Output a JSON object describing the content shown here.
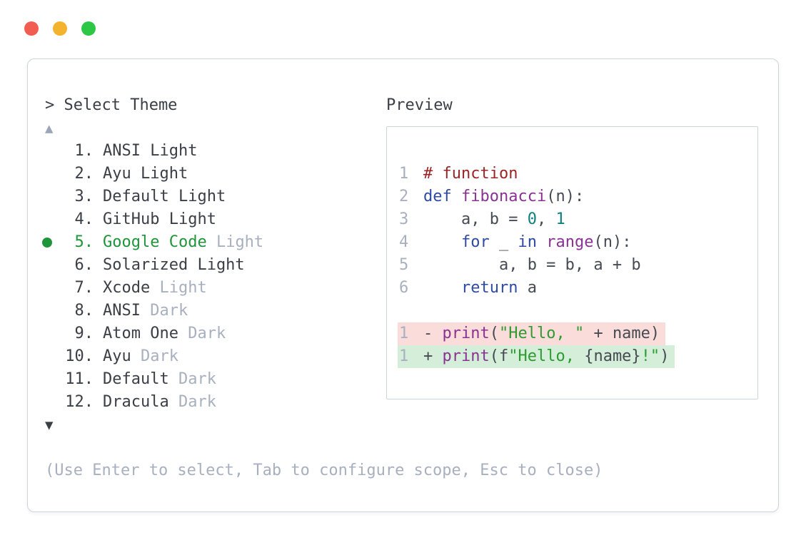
{
  "colors": {
    "traffic_red": "#f25d52",
    "traffic_yellow": "#f3b32d",
    "traffic_green": "#2cc744",
    "panel_border": "#ced3dd",
    "text_primary": "#3a3f46",
    "text_muted": "#a8b0bf",
    "selected_green": "#1f9539",
    "code_plain": "#454b53",
    "code_comment": "#9b2426",
    "code_keyword": "#2e4aa3",
    "code_name": "#8a3293",
    "code_number": "#0f7f80",
    "code_string": "#2e9b30",
    "diff_removed_bg": "#fadcdb",
    "diff_added_bg": "#d5eeda",
    "line_number": "#a8b0bf",
    "scroll_up": "#9aa5b8",
    "scroll_down": "#3a3f46"
  },
  "window": {
    "traffic_lights": [
      {
        "name": "close",
        "color": "#f25d52"
      },
      {
        "name": "minimize",
        "color": "#f3b32d"
      },
      {
        "name": "maximize",
        "color": "#2cc744"
      }
    ]
  },
  "palette": {
    "title": "> Select Theme",
    "scroll_up_icon": "▲",
    "scroll_down_icon": "▼",
    "hint": "(Use Enter to select, Tab to configure scope, Esc to close)",
    "items": [
      {
        "num": "1.",
        "name": "ANSI Light",
        "suffix": "",
        "selected": false
      },
      {
        "num": "2.",
        "name": "Ayu Light",
        "suffix": "",
        "selected": false
      },
      {
        "num": "3.",
        "name": "Default Light",
        "suffix": "",
        "selected": false
      },
      {
        "num": "4.",
        "name": "GitHub Light",
        "suffix": "",
        "selected": false
      },
      {
        "num": "5.",
        "name": "Google Code",
        "suffix": " Light",
        "selected": true
      },
      {
        "num": "6.",
        "name": "Solarized Light",
        "suffix": "",
        "selected": false
      },
      {
        "num": "7.",
        "name": "Xcode",
        "suffix": " Light",
        "selected": false
      },
      {
        "num": "8.",
        "name": "ANSI",
        "suffix": " Dark",
        "selected": false
      },
      {
        "num": "9.",
        "name": "Atom One",
        "suffix": " Dark",
        "selected": false
      },
      {
        "num": "10.",
        "name": "Ayu",
        "suffix": " Dark",
        "selected": false
      },
      {
        "num": "11.",
        "name": "Default",
        "suffix": " Dark",
        "selected": false
      },
      {
        "num": "12.",
        "name": "Dracula",
        "suffix": " Dark",
        "selected": false
      }
    ]
  },
  "preview": {
    "label": "Preview",
    "code_lines": [
      {
        "num": "1",
        "tokens": [
          {
            "text": "# function",
            "type": "comment"
          }
        ]
      },
      {
        "num": "2",
        "tokens": [
          {
            "text": "def",
            "type": "keyword"
          },
          {
            "text": " ",
            "type": "plain"
          },
          {
            "text": "fibonacci",
            "type": "name"
          },
          {
            "text": "(n):",
            "type": "plain"
          }
        ]
      },
      {
        "num": "3",
        "tokens": [
          {
            "text": "    a, b = ",
            "type": "plain"
          },
          {
            "text": "0",
            "type": "number"
          },
          {
            "text": ", ",
            "type": "plain"
          },
          {
            "text": "1",
            "type": "number"
          }
        ]
      },
      {
        "num": "4",
        "tokens": [
          {
            "text": "    ",
            "type": "plain"
          },
          {
            "text": "for",
            "type": "keyword"
          },
          {
            "text": " _ ",
            "type": "plain"
          },
          {
            "text": "in",
            "type": "keyword"
          },
          {
            "text": " ",
            "type": "plain"
          },
          {
            "text": "range",
            "type": "name"
          },
          {
            "text": "(n):",
            "type": "plain"
          }
        ]
      },
      {
        "num": "5",
        "tokens": [
          {
            "text": "        a, b = b, a + b",
            "type": "plain"
          }
        ]
      },
      {
        "num": "6",
        "tokens": [
          {
            "text": "    ",
            "type": "plain"
          },
          {
            "text": "return",
            "type": "keyword"
          },
          {
            "text": " a",
            "type": "plain"
          }
        ]
      },
      {
        "num": "",
        "tokens": []
      },
      {
        "num": "1",
        "diff": "removed",
        "tokens": [
          {
            "text": "- ",
            "type": "plain"
          },
          {
            "text": "print",
            "type": "name"
          },
          {
            "text": "(",
            "type": "plain"
          },
          {
            "text": "\"Hello, \"",
            "type": "string"
          },
          {
            "text": " + name)",
            "type": "plain"
          }
        ]
      },
      {
        "num": "1",
        "diff": "added",
        "tokens": [
          {
            "text": "+ ",
            "type": "plain"
          },
          {
            "text": "print",
            "type": "name"
          },
          {
            "text": "(f",
            "type": "plain"
          },
          {
            "text": "\"Hello, ",
            "type": "string"
          },
          {
            "text": "{name}",
            "type": "plain"
          },
          {
            "text": "!\"",
            "type": "string"
          },
          {
            "text": ")",
            "type": "plain"
          }
        ]
      }
    ]
  }
}
